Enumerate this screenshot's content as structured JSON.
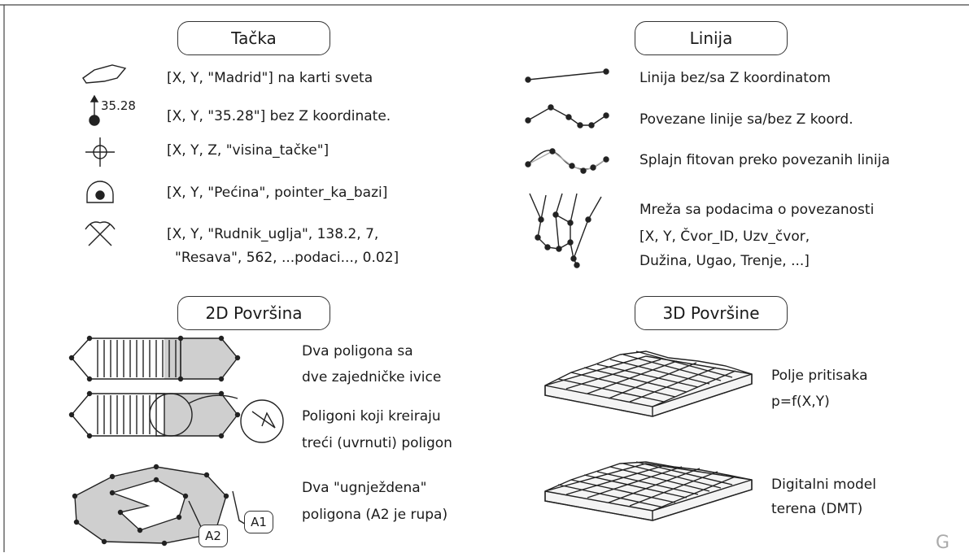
{
  "headers": {
    "tacka": "Tačka",
    "linija": "Linija",
    "povrsina_2d": "2D Površina",
    "povrsine_3d": "3D Površine"
  },
  "tacka_items": [
    {
      "icon": "map-outline-icon",
      "text": "[X, Y, \"Madrid\"] na karti sveta"
    },
    {
      "icon": "elevation-point-icon",
      "icon_label": "35.28",
      "text": "[X, Y, \"35.28\"] bez Z koordinate."
    },
    {
      "icon": "crosshair-icon",
      "text": "[X, Y, Z, \"visina_tačke\"]"
    },
    {
      "icon": "cave-icon",
      "text": "[X, Y, \"Pećina\", pointer_ka_bazi]"
    },
    {
      "icon": "mine-icon",
      "text_lines": [
        "[X, Y, \"Rudnik_uglja\", 138.2, 7,",
        "\"Resava\", 562, ...podaci..., 0.02]"
      ]
    }
  ],
  "linija_items": [
    {
      "icon": "straight-line-icon",
      "text": "Linija bez/sa Z koordinatom"
    },
    {
      "icon": "polyline-icon",
      "text": "Povezane linije sa/bez Z koord."
    },
    {
      "icon": "spline-icon",
      "text": "Splajn fitovan preko povezanih linija"
    },
    {
      "icon": "network-icon",
      "text_lines": [
        "Mreža sa podacima o povezanosti",
        "[X, Y, Čvor_ID, Uzv_čvor,",
        "Dužina, Ugao, Trenje, ...]"
      ]
    }
  ],
  "povrsina_items": [
    {
      "icon": "two-polygons-icon",
      "text_lines": [
        "Dva poligona sa",
        "dve zajedničke ivice"
      ]
    },
    {
      "icon": "overlap-polygons-icon",
      "text_lines": [
        "Poligoni koji kreiraju",
        "treći (uvrnuti) poligon"
      ]
    },
    {
      "icon": "nested-polygons-icon",
      "labels": [
        "A2",
        "A1"
      ],
      "text_lines": [
        "Dva \"ugnježdena\"",
        "poligona (A2 je rupa)"
      ]
    }
  ],
  "povrsine_3d_items": [
    {
      "icon": "pressure-surface-icon",
      "text_lines": [
        "Polje pritisaka",
        "p=f(X,Y)"
      ]
    },
    {
      "icon": "terrain-model-icon",
      "text_lines": [
        "Digitalni model",
        "terena (DMT)"
      ]
    }
  ],
  "corner_letter": "G"
}
